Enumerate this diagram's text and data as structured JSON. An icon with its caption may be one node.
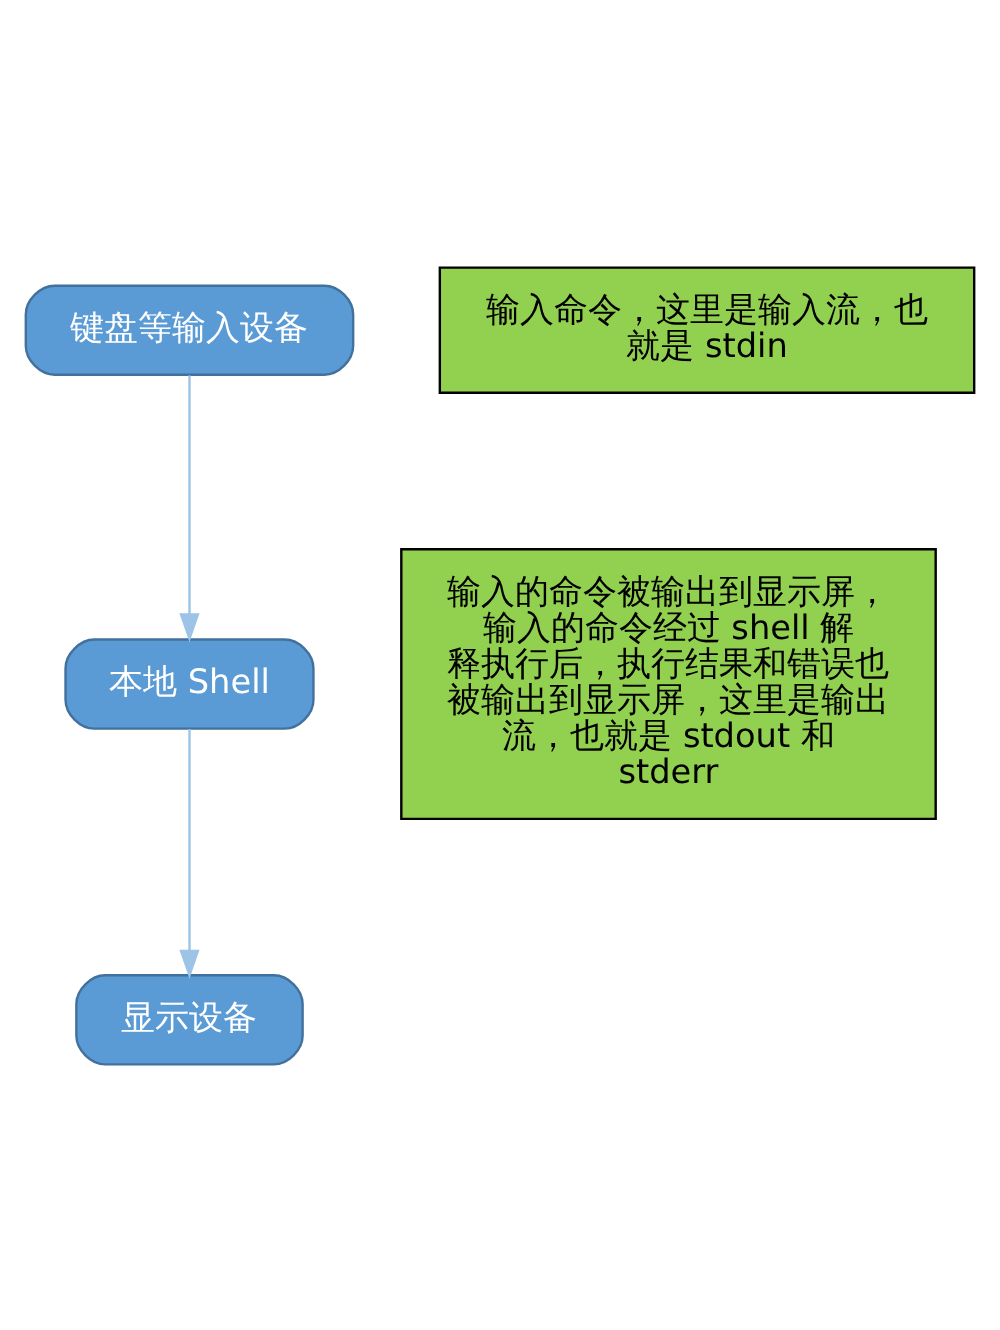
{
  "diagram": {
    "nodes": [
      {
        "text": [
          "键盘等输入设备"
        ]
      },
      {
        "text": [
          "本地 Shell"
        ]
      },
      {
        "text": [
          "显示设备"
        ]
      },
      {
        "text": [
          "输入命令，这里是输入流，也就是 stdin"
        ]
      },
      {
        "text": [
          "输入的命令被输出到显示屏，输入的命令经过 shell 解释执行后，执行结果和错误也被输出到显示屏，这里是输出流，也就是 stdout 和 stderr"
        ]
      }
    ],
    "edges": [
      {
        "from": 0,
        "to": 1,
        "arrow": "to"
      },
      {
        "from": 1,
        "to": 2,
        "arrow": "to"
      }
    ]
  }
}
